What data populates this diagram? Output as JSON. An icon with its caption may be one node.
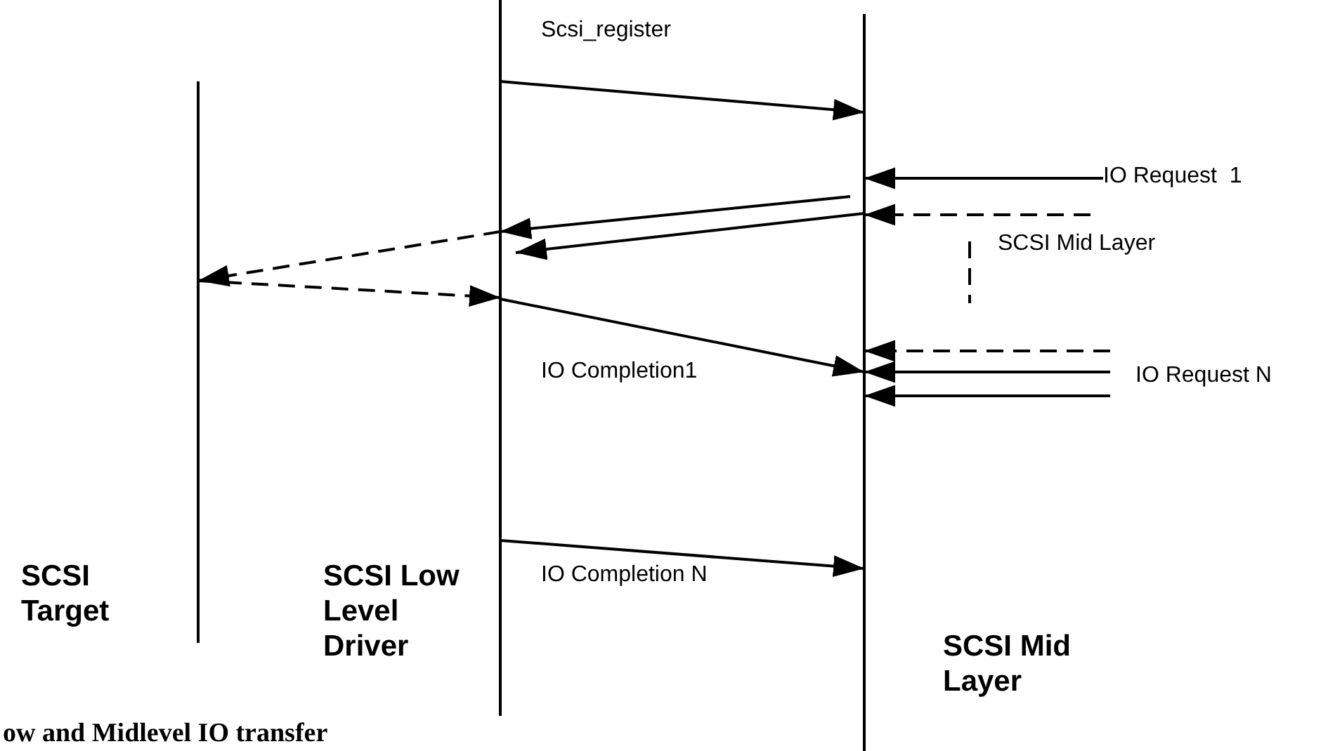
{
  "diagram": {
    "caption": "ow and Midlevel IO transfer",
    "nodes": [
      {
        "text": [
          "SCSI Target"
        ]
      },
      {
        "text": [
          "SCSI Low Level Driver"
        ]
      },
      {
        "text": [
          "SCSI Mid Layer"
        ]
      },
      {
        "text": [
          "IO Request  1"
        ]
      }
    ],
    "edges": [
      {
        "from": 1,
        "to": 2,
        "arrow": "to",
        "label": "Scsi_register"
      },
      {
        "from": 2,
        "to": 1,
        "arrow": "to"
      },
      {
        "from": 2,
        "to": 1,
        "arrow": "to"
      },
      {
        "from": 1,
        "to": 0,
        "arrow": "to",
        "style": "dashed"
      },
      {
        "from": 0,
        "to": 1,
        "arrow": "to",
        "style": "dashed"
      },
      {
        "from": 1,
        "to": 2,
        "arrow": "to",
        "label": "IO Completion1"
      },
      {
        "from": 1,
        "to": 2,
        "arrow": "to",
        "label": "IO Completion N"
      },
      {
        "from": 3,
        "to": 2,
        "arrow": "to"
      },
      {
        "from": null,
        "to": 2,
        "arrow": "to",
        "style": "dashed"
      },
      {
        "from": null,
        "to": 2,
        "arrow": "to",
        "style": "dashed"
      },
      {
        "from": null,
        "to": 2,
        "arrow": "to"
      },
      {
        "from": null,
        "to": 2,
        "arrow": "to"
      }
    ],
    "labels": [
      "SCSI Mid Layer",
      "IO Request N"
    ]
  }
}
